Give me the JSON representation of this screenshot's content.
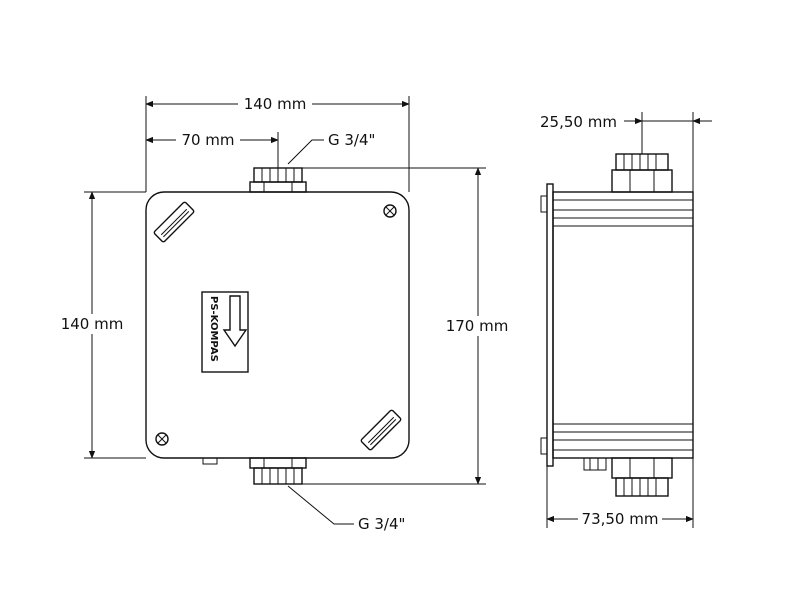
{
  "front_view": {
    "width_total": "140 mm",
    "width_half": "70 mm",
    "height_body": "140 mm",
    "height_total": "170 mm",
    "thread_top": "G 3/4\"",
    "thread_bottom": "G 3/4\"",
    "label_code": "PS-KOMPAS"
  },
  "side_view": {
    "fitting_offset": "25,50 mm",
    "depth_total": "73,50 mm"
  }
}
